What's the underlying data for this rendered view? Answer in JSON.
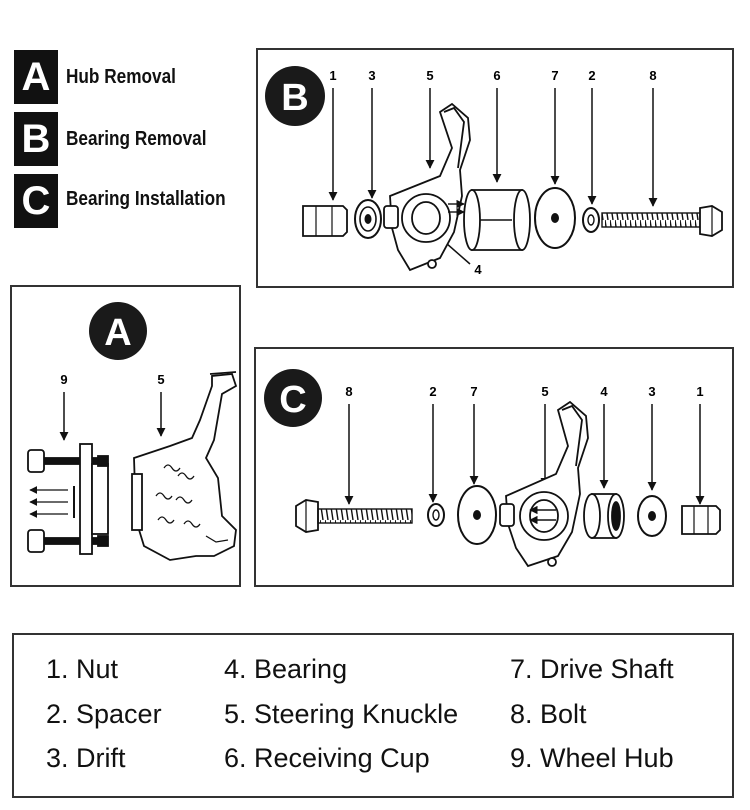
{
  "legend": [
    {
      "letter": "A",
      "label": "Hub Removal"
    },
    {
      "letter": "B",
      "label": "Bearing Removal"
    },
    {
      "letter": "C",
      "label": "Bearing Installation"
    }
  ],
  "panel_b": {
    "badge": "B",
    "callouts": [
      {
        "num": "1"
      },
      {
        "num": "3"
      },
      {
        "num": "5"
      },
      {
        "num": "6"
      },
      {
        "num": "7"
      },
      {
        "num": "2"
      },
      {
        "num": "8"
      },
      {
        "num": "4"
      }
    ]
  },
  "panel_a": {
    "badge": "A",
    "callouts": [
      {
        "num": "9"
      },
      {
        "num": "5"
      }
    ]
  },
  "panel_c": {
    "badge": "C",
    "callouts": [
      {
        "num": "8"
      },
      {
        "num": "2"
      },
      {
        "num": "7"
      },
      {
        "num": "5"
      },
      {
        "num": "4"
      },
      {
        "num": "3"
      },
      {
        "num": "1"
      }
    ]
  },
  "key": [
    {
      "text": "1. Nut"
    },
    {
      "text": "4. Bearing"
    },
    {
      "text": "7. Drive Shaft"
    },
    {
      "text": "2. Spacer"
    },
    {
      "text": "5. Steering Knuckle"
    },
    {
      "text": "8. Bolt"
    },
    {
      "text": "3. Drift"
    },
    {
      "text": "6. Receiving Cup"
    },
    {
      "text": "9. Wheel Hub"
    }
  ],
  "colors": {
    "ink": "#111111",
    "panel_border": "#333333",
    "badge": "#1a1a1a"
  }
}
